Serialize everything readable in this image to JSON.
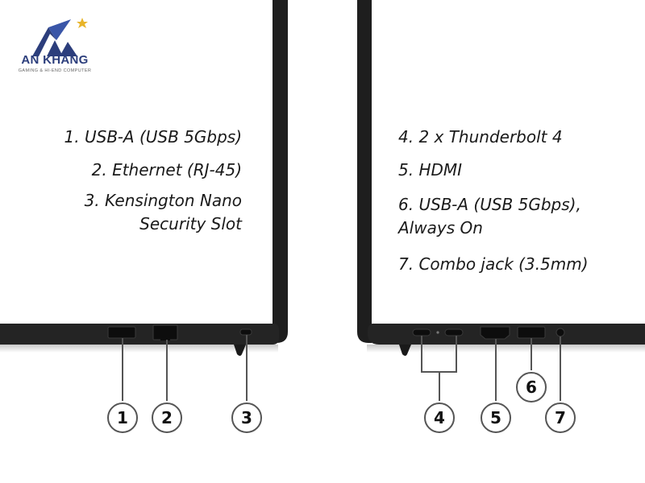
{
  "logo": {
    "name": "AN KHANG",
    "tagline": "GAMING & HI-END COMPUTER",
    "colors": {
      "primary": "#2c3e7c",
      "star": "#e8b42a"
    }
  },
  "labels": {
    "left": [
      "1. USB-A (USB 5Gbps)",
      "2. Ethernet (RJ-45)",
      "3. Kensington Nano",
      "Security Slot"
    ],
    "right": [
      "4. 2 x Thunderbolt 4",
      "5. HDMI",
      "6. USB-A (USB 5Gbps),",
      "Always On",
      "7. Combo jack (3.5mm)"
    ]
  },
  "callouts": [
    "1",
    "2",
    "3",
    "4",
    "5",
    "6",
    "7"
  ],
  "colors": {
    "chassis": "#1e1e1e",
    "port": "#0d0d0d",
    "line": "#555555"
  }
}
